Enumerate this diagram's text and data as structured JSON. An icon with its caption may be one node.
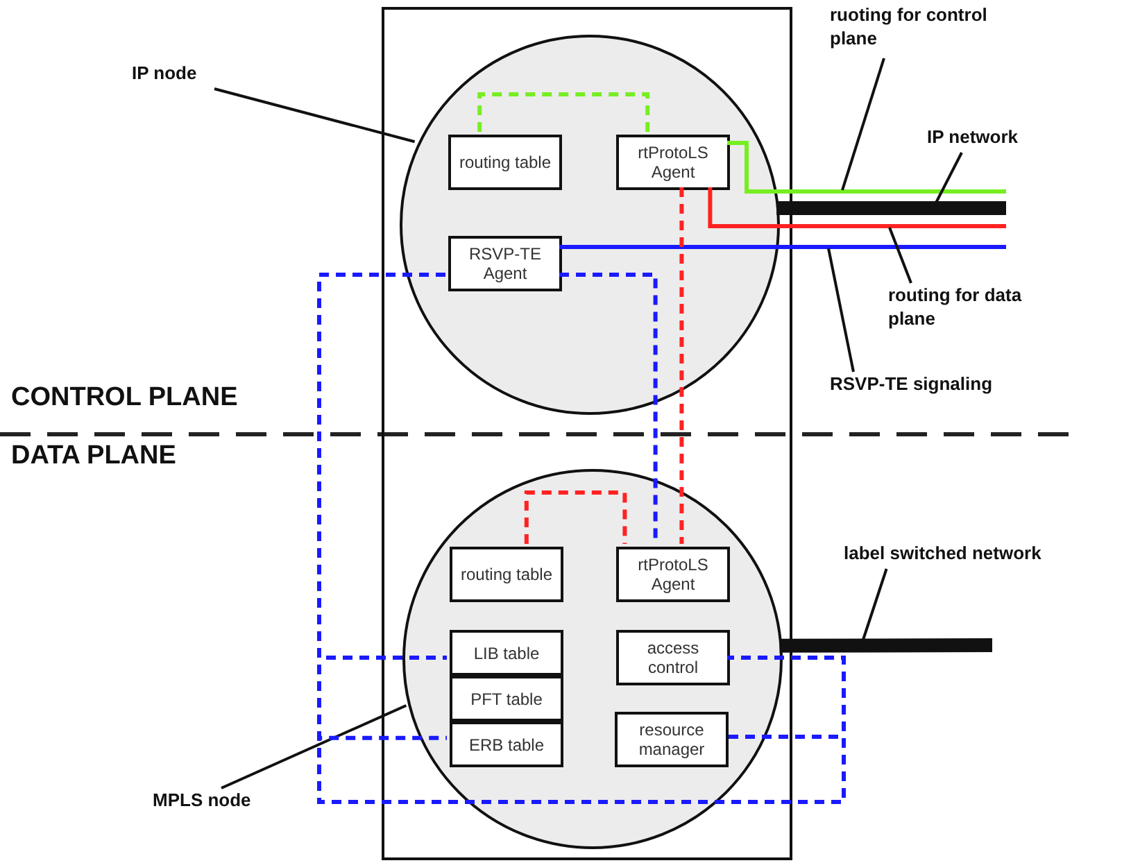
{
  "diagram": {
    "nodes": [
      {
        "text": [
          "IP node"
        ]
      },
      {
        "text": [],
        "shape": "box"
      },
      {
        "text": [],
        "shape": "circle",
        "in": 1
      },
      {
        "text": [
          "routing table"
        ],
        "in": 2
      },
      {
        "text": [
          "rtProtoLS Agent"
        ],
        "in": 2
      },
      {
        "text": [
          "RSVP-TE Agent"
        ],
        "in": 2
      },
      {
        "text": [],
        "shape": "circle",
        "in": 1
      },
      {
        "text": [
          "routing table"
        ],
        "in": 6
      },
      {
        "text": [
          "rtProtoLS Agent"
        ],
        "in": 6
      },
      {
        "text": [
          "LIB table"
        ],
        "in": 6
      },
      {
        "text": [
          "PFT table"
        ],
        "in": 6
      },
      {
        "text": [
          "ERB table"
        ],
        "in": 6
      },
      {
        "text": [
          "access control"
        ],
        "in": 6
      },
      {
        "text": [
          "resource manager"
        ],
        "in": 6
      },
      {
        "text": [
          "MPLS node"
        ]
      },
      {
        "text": [
          "ruoting for control plane"
        ]
      },
      {
        "text": [
          "IP network"
        ]
      },
      {
        "text": [
          "routing for data plane"
        ]
      },
      {
        "text": [
          "RSVP-TE signaling"
        ]
      },
      {
        "text": [
          "label switched network"
        ]
      }
    ],
    "edges": [
      {
        "from": 0,
        "to": 2,
        "arrow": "none"
      },
      {
        "from": 14,
        "to": 6,
        "arrow": "none"
      },
      {
        "from": 3,
        "to": 4,
        "arrow": "none",
        "style": "dashed",
        "color": "#77ee22"
      },
      {
        "from": 4,
        "to": null,
        "arrow": "none",
        "color": "#77ee22"
      },
      {
        "from": 2,
        "to": null,
        "arrow": "none",
        "style": "thick"
      },
      {
        "from": 4,
        "to": null,
        "arrow": "none",
        "color": "#ff2222"
      },
      {
        "from": 5,
        "to": null,
        "arrow": "none",
        "color": "#1a1aff"
      },
      {
        "from": 4,
        "to": 8,
        "arrow": "none",
        "style": "dashed",
        "color": "#ff2222"
      },
      {
        "from": 7,
        "to": 8,
        "arrow": "none",
        "style": "dashed",
        "color": "#ff2222"
      },
      {
        "from": 5,
        "to": 8,
        "arrow": "none",
        "style": "dashed",
        "color": "#1a1aff"
      },
      {
        "from": 5,
        "to": 9,
        "arrow": "none",
        "style": "dashed",
        "color": "#1a1aff"
      },
      {
        "from": 5,
        "to": 11,
        "arrow": "none",
        "style": "dashed",
        "color": "#1a1aff"
      },
      {
        "from": 5,
        "to": 12,
        "arrow": "none",
        "style": "dashed",
        "color": "#1a1aff"
      },
      {
        "from": 5,
        "to": 13,
        "arrow": "none",
        "style": "dashed",
        "color": "#1a1aff"
      },
      {
        "from": 6,
        "to": null,
        "arrow": "none",
        "style": "thick"
      },
      {
        "from": 15,
        "to": null,
        "arrow": "none"
      },
      {
        "from": 16,
        "to": null,
        "arrow": "none"
      },
      {
        "from": 17,
        "to": null,
        "arrow": "none"
      },
      {
        "from": 18,
        "to": null,
        "arrow": "none"
      },
      {
        "from": 19,
        "to": null,
        "arrow": "none"
      }
    ],
    "labels": [
      "CONTROL PLANE",
      "DATA PLANE"
    ]
  }
}
